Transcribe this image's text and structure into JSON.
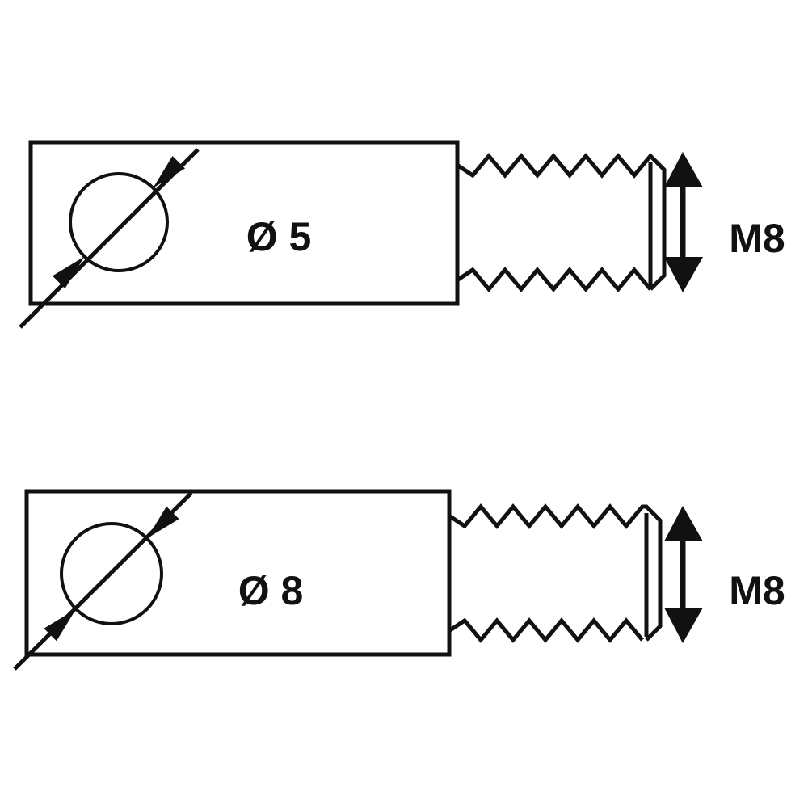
{
  "parts": [
    {
      "diameter_label": "Ø 5",
      "thread_label": "M8"
    },
    {
      "diameter_label": "Ø 8",
      "thread_label": "M8"
    }
  ],
  "colors": {
    "ink": "#111111",
    "background": "#ffffff"
  }
}
